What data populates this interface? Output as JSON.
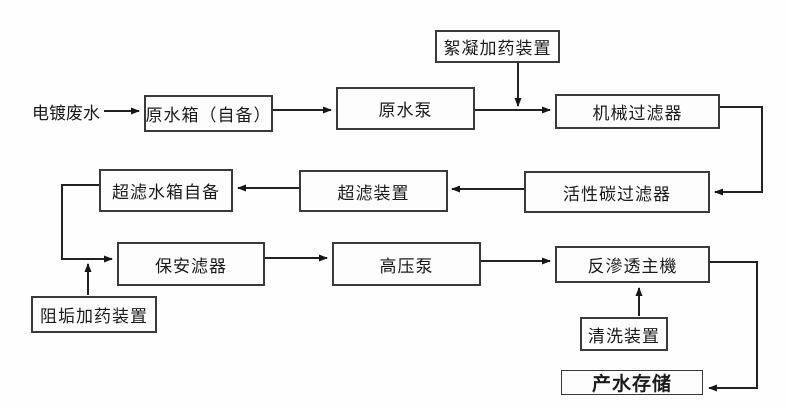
{
  "diagram": {
    "type": "process-flowchart",
    "language": "zh",
    "nodes": {
      "wastewater_label": "电镀废水",
      "flocculant_dosing": "絮凝加药装置",
      "raw_water_tank": "原水箱（自备）",
      "raw_water_pump": "原水泵",
      "mechanical_filter": "机械过滤器",
      "uf_water_tank": "超滤水箱自备",
      "uf_unit": "超滤装置",
      "activated_carbon_filter": "活性碳过滤器",
      "security_filter": "保安滤器",
      "high_pressure_pump": "高压泵",
      "ro_main_unit": "反滲透主機",
      "scale_inhibitor_dosing": "阻垢加药装置",
      "cleaning_unit": "清洗装置",
      "product_water_storage": "产水存储"
    },
    "edges": [
      {
        "from": "wastewater_label",
        "to": "raw_water_tank"
      },
      {
        "from": "raw_water_tank",
        "to": "raw_water_pump"
      },
      {
        "from": "raw_water_pump",
        "to": "mechanical_filter"
      },
      {
        "from": "flocculant_dosing",
        "to": "raw_water_pump-mechanical_filter-line"
      },
      {
        "from": "mechanical_filter",
        "to": "activated_carbon_filter"
      },
      {
        "from": "activated_carbon_filter",
        "to": "uf_unit"
      },
      {
        "from": "uf_unit",
        "to": "uf_water_tank"
      },
      {
        "from": "uf_water_tank",
        "to": "security_filter"
      },
      {
        "from": "scale_inhibitor_dosing",
        "to": "uf_water_tank-security_filter-line"
      },
      {
        "from": "security_filter",
        "to": "high_pressure_pump"
      },
      {
        "from": "high_pressure_pump",
        "to": "ro_main_unit"
      },
      {
        "from": "cleaning_unit",
        "to": "ro_main_unit"
      },
      {
        "from": "ro_main_unit",
        "to": "product_water_storage"
      }
    ],
    "colors": {
      "background": "#fefefe",
      "box_border": "#3a3a3a",
      "line": "#222222",
      "text": "#1b1b1b"
    }
  }
}
